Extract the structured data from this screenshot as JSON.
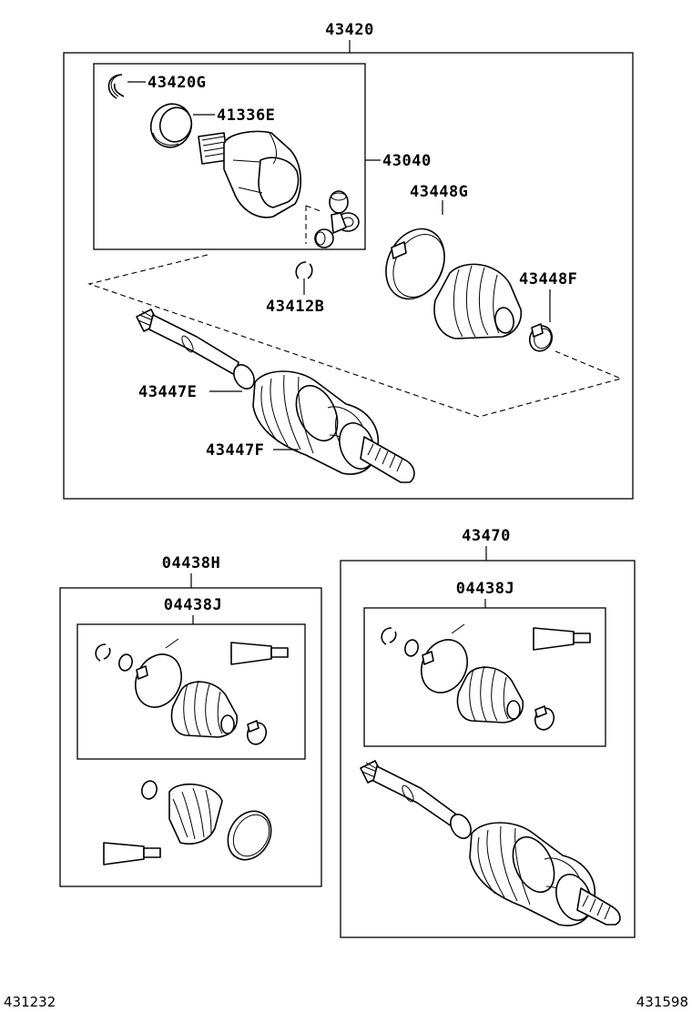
{
  "labels": {
    "assy_main": "43420",
    "snap_ring_g": "43420G",
    "seal_e": "41336E",
    "inboard_joint": "43040",
    "boot_clamp_g": "43448G",
    "boot_clamp_f": "43448F",
    "snap_ring_b": "43412B",
    "boot_clamp_e": "43447E",
    "boot_clamp_f2": "43447F",
    "kit_h": "04438H",
    "kit_j_left": "04438J",
    "assy_right": "43470",
    "kit_j_right": "04438J"
  },
  "figure_codes": {
    "left": "431232",
    "right": "431598"
  }
}
